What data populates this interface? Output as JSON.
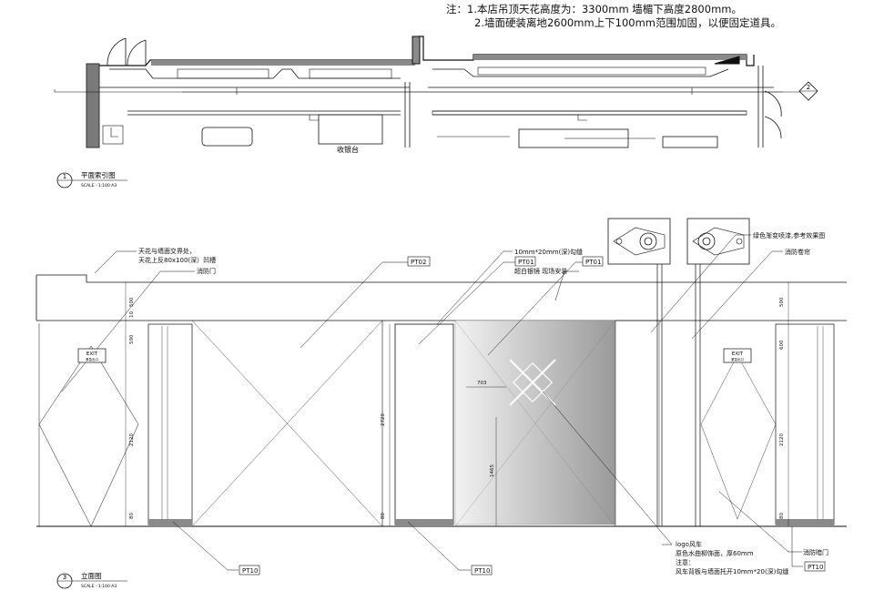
{
  "notes": {
    "line1": "注：1.本店吊顶天花高度为：3300mm  墙楣下高度2800mm。",
    "line2": "2.墙面硬装离地2600mm上下100mm范围加固，以便固定道具。"
  },
  "plan": {
    "section_marker": "2",
    "counter_label": "收银台"
  },
  "views": {
    "plan": {
      "number": "1",
      "title": "平面索引图",
      "scale": "SCALE - 1:100 A3"
    },
    "elevation": {
      "number": "3",
      "title": "立面图",
      "scale": "SCALE - 1:100 A3"
    }
  },
  "exit_signs": {
    "label": "EXIT",
    "sublabel": "紧急出口"
  },
  "callouts": {
    "ceiling_joint_1": "天花与墙面交界处，",
    "ceiling_joint_2": "天花上反80x100(深）凹槽",
    "fire_door": "消防门",
    "pt02": "PT02",
    "groove": "10mm*20mm(深)勾缝",
    "pt01_a": "PT01",
    "pt01_b": "PT01",
    "mirror": "超白银镜 现场安装",
    "green_paint": "绿色渐变喷漆,参考效果图",
    "shutter": "消防卷帘",
    "logo_1": "logo风车",
    "logo_2": "原色水曲柳饰面，厚60mm",
    "logo_3": "注意：",
    "logo_4": "风车背板与墙面托开10mm*20(深)勾缝",
    "hidden_door": "消防暗门",
    "pt10_a": "PT10",
    "pt10_b": "PT10",
    "pt10_c": "PT10"
  },
  "dimensions": {
    "left": [
      "500",
      "10",
      "590",
      "2120",
      "80"
    ],
    "mid_height": "2720",
    "mid_bottom": "80",
    "logo_offset": "703",
    "logo_height": "1465",
    "right": [
      "500",
      "600",
      "2120",
      "80"
    ]
  }
}
